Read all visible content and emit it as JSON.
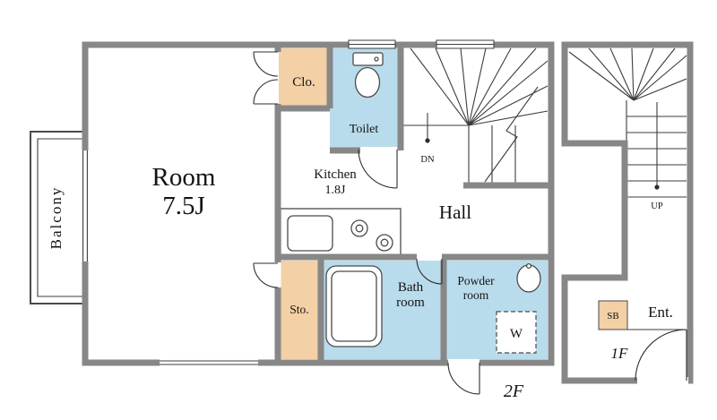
{
  "colors": {
    "wall": "#878787",
    "tan": "#f3d0a6",
    "blue": "#b9dcec"
  },
  "floor2": {
    "floor_label": "2F",
    "balcony_label": "Balcony",
    "room_line1": "Room",
    "room_line2": "7.5J",
    "closet_label": "Clo.",
    "toilet_label": "Toilet",
    "kitchen_line1": "Kitchen",
    "kitchen_line2": "1.8J",
    "hall_label": "Hall",
    "stairs_down_label": "DN",
    "storage_label": "Sto.",
    "bath_line1": "Bath",
    "bath_line2": "room",
    "powder_line1": "Powder",
    "powder_line2": "room",
    "washer_label": "W"
  },
  "floor1": {
    "floor_label": "1F",
    "entrance_label": "Ent.",
    "shoebox_label": "SB",
    "stairs_up_label": "UP"
  }
}
